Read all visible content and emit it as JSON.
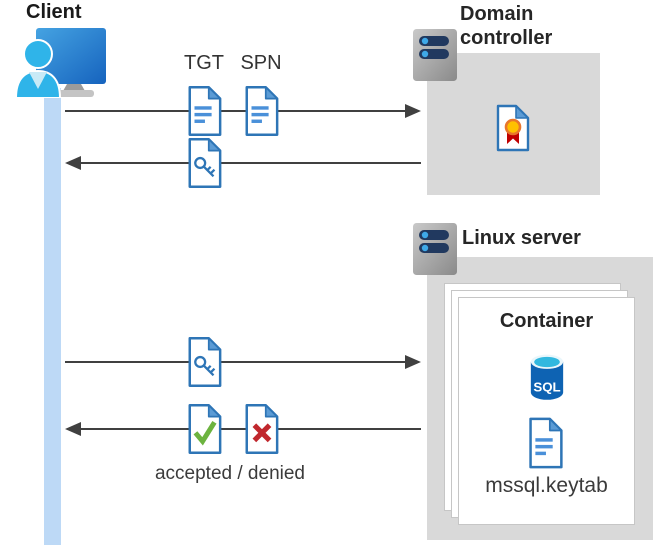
{
  "client": {
    "label": "Client"
  },
  "flows": {
    "tgt_label": "TGT",
    "spn_label": "SPN",
    "result_label": "accepted / denied"
  },
  "domain_controller": {
    "label": "Domain controller"
  },
  "linux_server": {
    "label": "Linux server",
    "container": {
      "label": "Container",
      "sql_badge": "SQL",
      "keytab_file": "mssql.keytab"
    }
  },
  "colors": {
    "document_border_blue": "#2E75B6",
    "document_fold_blue": "#5B9BD5",
    "document_text_blue": "#4A90D9",
    "accepted_green": "#6CB33F",
    "denied_red": "#C0272D",
    "certificate_seal_yellow": "#FFC000",
    "certificate_ribbon_red": "#C00000",
    "sql_database_blue": "#0E63B3",
    "sql_database_cyan": "#31B8DF",
    "server_slot_navy": "#21395F",
    "server_led_blue": "#3FA9E8",
    "host_box_gray": "#D9D9D9",
    "lifeline_blue": "#BDD9F6",
    "arrow_gray": "#404040",
    "person_cyan": "#2FB4E9",
    "monitor_blue": "#1663BE"
  }
}
